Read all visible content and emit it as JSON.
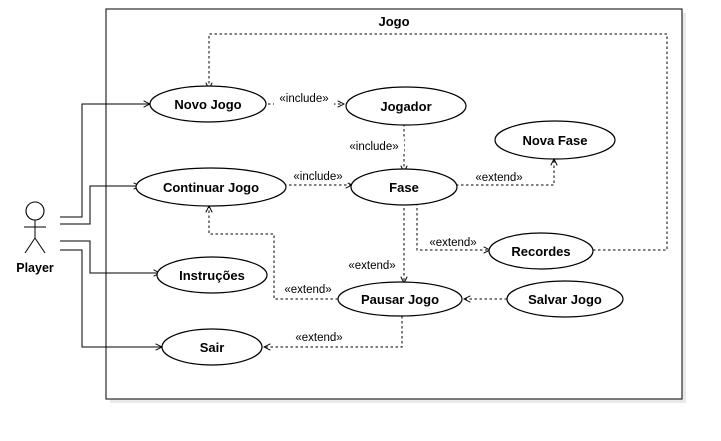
{
  "diagram": {
    "system_name": "Jogo",
    "actor": {
      "name": "Player"
    },
    "use_cases": {
      "novo_jogo": "Novo Jogo",
      "jogador": "Jogador",
      "nova_fase": "Nova Fase",
      "continuar_jogo": "Continuar Jogo",
      "fase": "Fase",
      "recordes": "Recordes",
      "instrucoes": "Instruções",
      "pausar_jogo": "Pausar Jogo",
      "salvar_jogo": "Salvar Jogo",
      "sair": "Sair"
    },
    "relations": {
      "include_novo_jogador": "«include»",
      "include_jogador_fase": "«include»",
      "include_continuar_fase": "«include»",
      "extend_fase_nova": "«extend»",
      "extend_fase_recordes": "«extend»",
      "extend_fase_pausar": "«extend»",
      "extend_pausar_continuar": "«extend»",
      "extend_pausar_sair": "«extend»"
    }
  }
}
